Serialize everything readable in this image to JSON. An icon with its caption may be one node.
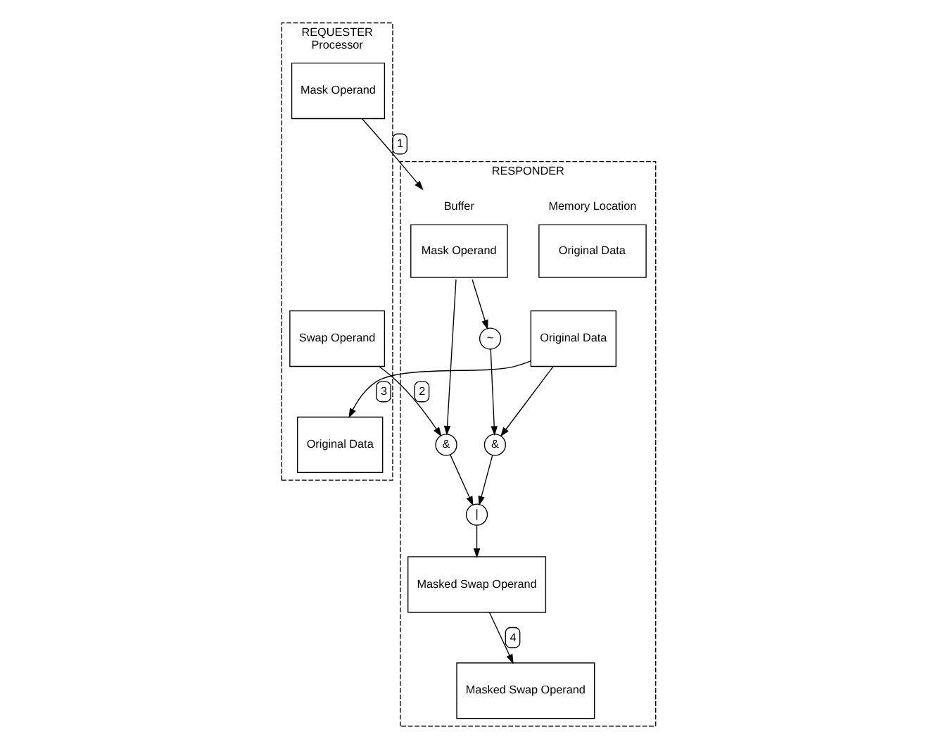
{
  "diagram": {
    "nodes": [
      {
        "text": [
          "REQUESTER",
          "Processor"
        ]
      },
      {
        "text": [
          "Mask Operand"
        ],
        "in": 0
      },
      {
        "text": [
          "Swap Operand"
        ],
        "in": 0
      },
      {
        "text": [
          "Original Data"
        ],
        "in": 0
      },
      {
        "text": [
          "RESPONDER"
        ]
      },
      {
        "text": [
          "Original Data"
        ],
        "in": 4,
        "beside": [
          "Memory Location"
        ]
      },
      {
        "text": [
          "Mask Operand"
        ],
        "in": 4,
        "beside": [
          "Buffer"
        ]
      },
      {
        "text": [
          "&"
        ],
        "in": 4
      },
      {
        "text": [
          "~"
        ],
        "in": 4
      },
      {
        "text": [
          "&"
        ],
        "in": 4
      },
      {
        "text": [
          "|"
        ],
        "in": 4
      },
      {
        "text": [
          "Original Data"
        ],
        "in": 4
      },
      {
        "text": [
          "Masked Swap Operand"
        ],
        "in": 4
      },
      {
        "text": [
          "Masked Swap Operand"
        ],
        "in": 4
      }
    ],
    "edges": [
      {
        "from": 1,
        "to": 6,
        "arrow": "to",
        "label": "1"
      },
      {
        "from": 2,
        "to": 7,
        "arrow": "to",
        "label": "2"
      },
      {
        "from": 6,
        "to": 7,
        "arrow": "to"
      },
      {
        "from": 6,
        "to": 8,
        "arrow": "to"
      },
      {
        "from": 8,
        "to": 9,
        "arrow": "to"
      },
      {
        "from": 11,
        "to": 3,
        "arrow": "to",
        "label": "3"
      },
      {
        "from": 11,
        "to": 9,
        "arrow": "to"
      },
      {
        "from": 7,
        "to": 10,
        "arrow": "to"
      },
      {
        "from": 9,
        "to": 10,
        "arrow": "to"
      },
      {
        "from": 10,
        "to": 12,
        "arrow": "to"
      },
      {
        "from": 12,
        "to": 13,
        "arrow": "to",
        "label": "4"
      }
    ]
  }
}
